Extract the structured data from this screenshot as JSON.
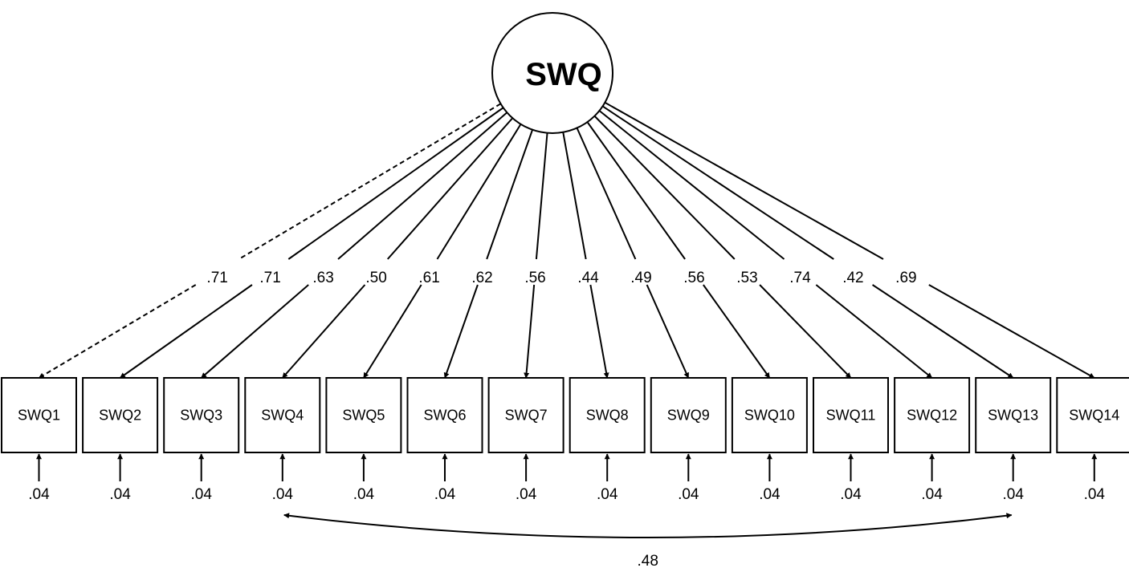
{
  "diagram": {
    "latent": {
      "label": "SWQ"
    },
    "indicators": [
      {
        "label": "SWQ1",
        "loading": ".71",
        "error": ".04",
        "fixed": true
      },
      {
        "label": "SWQ2",
        "loading": ".71",
        "error": ".04"
      },
      {
        "label": "SWQ3",
        "loading": ".63",
        "error": ".04"
      },
      {
        "label": "SWQ4",
        "loading": ".50",
        "error": ".04"
      },
      {
        "label": "SWQ5",
        "loading": ".61",
        "error": ".04"
      },
      {
        "label": "SWQ6",
        "loading": ".62",
        "error": ".04"
      },
      {
        "label": "SWQ7",
        "loading": ".56",
        "error": ".04"
      },
      {
        "label": "SWQ8",
        "loading": ".44",
        "error": ".04"
      },
      {
        "label": "SWQ9",
        "loading": ".49",
        "error": ".04"
      },
      {
        "label": "SWQ10",
        "loading": ".56",
        "error": ".04"
      },
      {
        "label": "SWQ11",
        "loading": ".53",
        "error": ".04"
      },
      {
        "label": "SWQ12",
        "loading": ".74",
        "error": ".04"
      },
      {
        "label": "SWQ13",
        "loading": ".42",
        "error": ".04"
      },
      {
        "label": "SWQ14",
        "loading": ".69",
        "error": ".04"
      }
    ],
    "covariance": {
      "from": "SWQ4",
      "to": "SWQ13",
      "value": ".48"
    }
  }
}
